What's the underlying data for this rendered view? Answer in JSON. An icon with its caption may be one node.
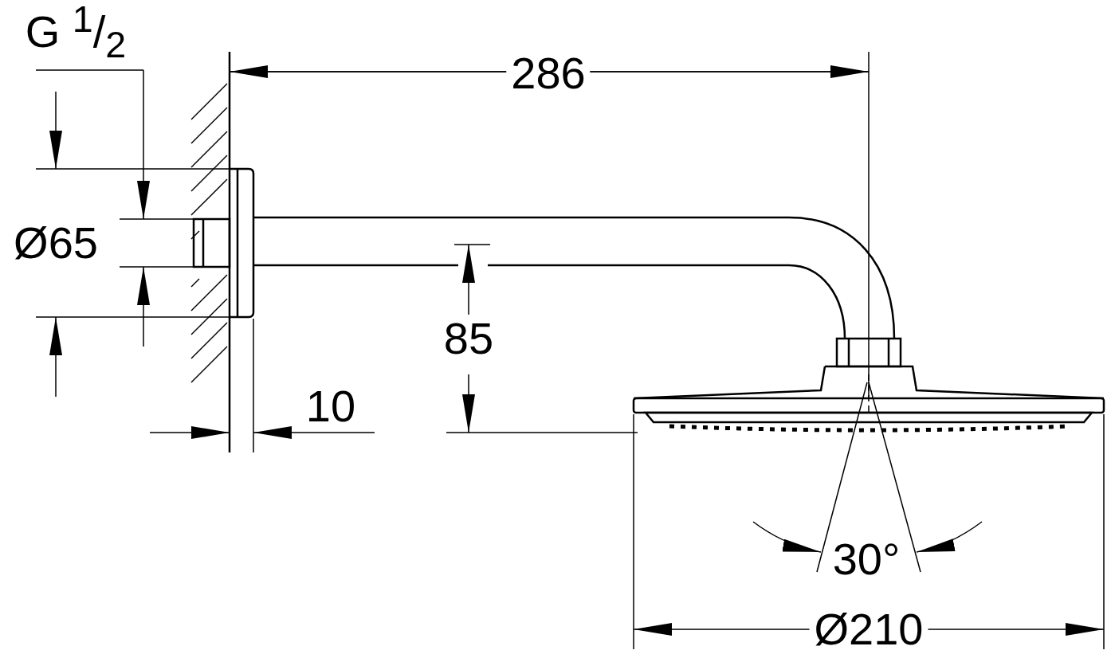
{
  "diagram": {
    "labels": [
      "G $^{1}$/$_{2}$",
      "286",
      "Ø65",
      "85",
      "10",
      "30°",
      "Ø210"
    ]
  }
}
